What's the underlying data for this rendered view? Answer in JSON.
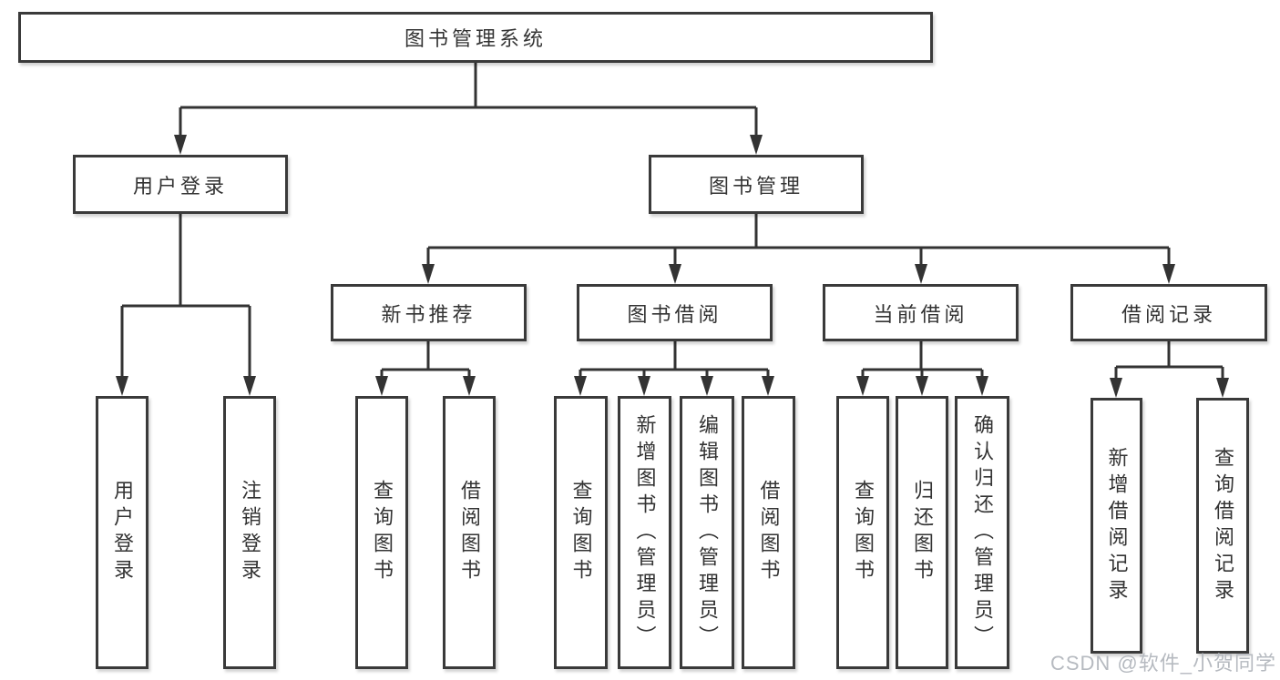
{
  "tree": {
    "label": "图书管理系统",
    "children": [
      {
        "label": "用户登录",
        "children": [
          {
            "label": "用户登录"
          },
          {
            "label": "注销登录"
          }
        ]
      },
      {
        "label": "图书管理",
        "children": [
          {
            "label": "新书推荐",
            "children": [
              {
                "label": "查询图书"
              },
              {
                "label": "借阅图书"
              }
            ]
          },
          {
            "label": "图书借阅",
            "children": [
              {
                "label": "查询图书"
              },
              {
                "label": "新增图书（管理员）"
              },
              {
                "label": "编辑图书（管理员）"
              },
              {
                "label": "借阅图书"
              }
            ]
          },
          {
            "label": "当前借阅",
            "children": [
              {
                "label": "查询图书"
              },
              {
                "label": "归还图书"
              },
              {
                "label": "确认归还（管理员）"
              }
            ]
          },
          {
            "label": "借阅记录",
            "children": [
              {
                "label": "新增借阅记录"
              },
              {
                "label": "查询借阅记录"
              }
            ]
          }
        ]
      }
    ]
  },
  "watermark": "CSDN @软件_小贺同学",
  "colors": {
    "line": "#333333",
    "border": "#3a3a3a",
    "text": "#333333",
    "watermark": "#b6bac0"
  }
}
